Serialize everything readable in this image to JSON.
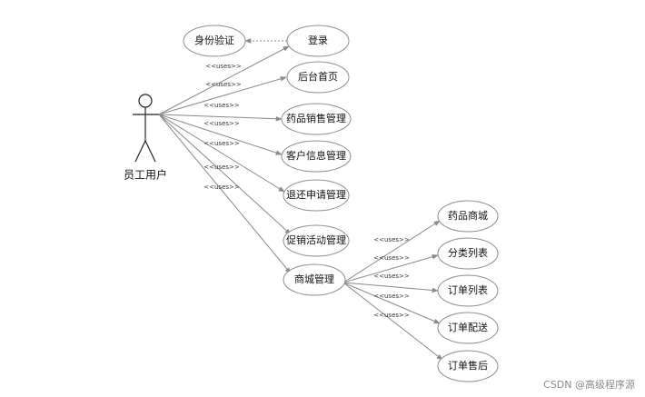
{
  "actor": {
    "label": "员工用户"
  },
  "use_cases": {
    "identity": "身份验证",
    "login": "登录",
    "home": "后台首页",
    "drug_sales": "药品销售管理",
    "customer_info": "客户信息管理",
    "refund": "退还申请管理",
    "promotion": "促销活动管理",
    "mall": "商城管理",
    "drug_mall": "药品商城",
    "category_list": "分类列表",
    "order_list": "订单列表",
    "order_delivery": "订单配送",
    "after_sales": "订单售后"
  },
  "relation_label": "<<uses>>",
  "watermark": "CSDN @高级程序源"
}
